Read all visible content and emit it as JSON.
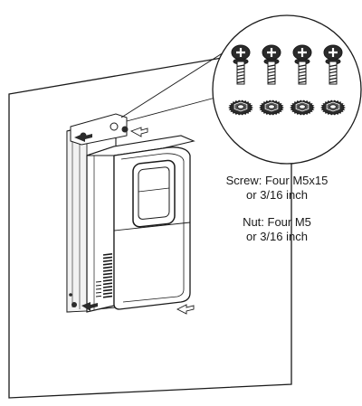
{
  "screw_caption": {
    "line1": "Screw: Four M5x15",
    "line2": "or 3/16 inch"
  },
  "nut_caption": {
    "line1": "Nut: Four M5",
    "line2": "or 3/16 inch"
  },
  "hardware": {
    "screw_count": 4,
    "nut_count": 4
  },
  "colors": {
    "line": "#1a1a1a",
    "dark_fill": "#2b2b2b",
    "light_fill": "#ffffff",
    "grey": "#cfcfcf"
  }
}
